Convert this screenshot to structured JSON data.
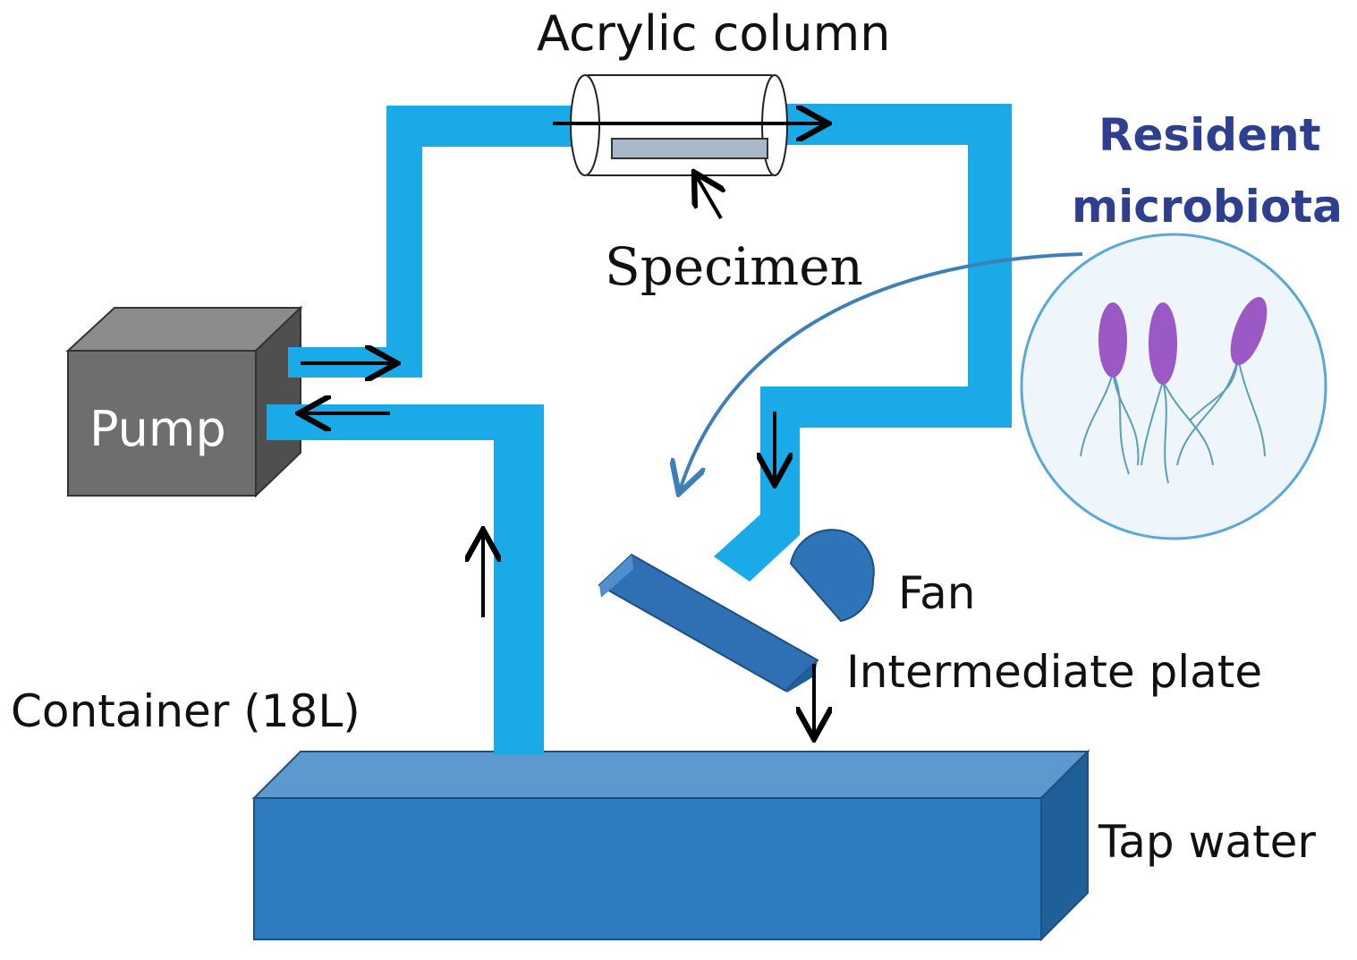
{
  "labels": {
    "acrylic_column": "Acrylic column",
    "specimen": "Specimen",
    "resident_microbiota_line1": "Resident",
    "resident_microbiota_line2": "microbiota",
    "pump": "Pump",
    "fan": "Fan",
    "intermediate_plate": "Intermediate plate",
    "container": "Container (18L)",
    "tap_water": "Tap water"
  },
  "colors": {
    "pipe": "#1aaae8",
    "container_front": "#2e7bbf",
    "container_top": "#5d98cf",
    "container_side": "#1f5f9a",
    "pump_front": "#6e6e6e",
    "pump_top": "#8c8c8c",
    "pump_side": "#4f4f4f",
    "fan": "#2d74b8",
    "plate": "#2f6fb3",
    "microbe": "#9b59c5",
    "circle_fill": "#eef5fb",
    "circle_stroke": "#5aa8d8",
    "label_blue": "#2f3f8f",
    "curve_arrow": "#3f7fb8",
    "specimen_fill": "#a9b8c8"
  }
}
